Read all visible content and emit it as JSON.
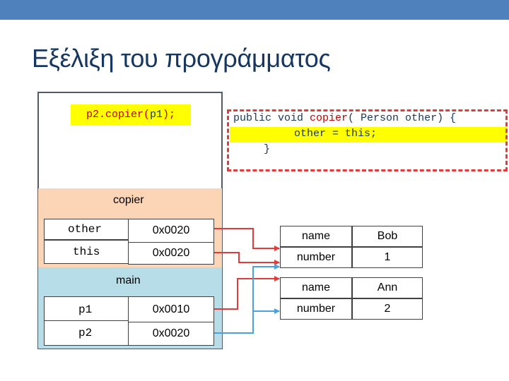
{
  "slide": {
    "title": "Εξέλιξη του προγράμματος"
  },
  "call": {
    "prefix": "p2.copier(",
    "arg": "p1",
    "suffix": ");"
  },
  "method": {
    "line1_pre": "public void ",
    "line1_name": "copier",
    "line1_post": "( Person other) {",
    "line2": "other = this;",
    "line3": "}"
  },
  "copier_frame": {
    "label": "copier",
    "rows": [
      {
        "var": "other",
        "value": "0x0020"
      },
      {
        "var": "this",
        "value": "0x0020"
      }
    ]
  },
  "main_frame": {
    "label": "main",
    "rows": [
      {
        "var": "p1",
        "value": "0x0010"
      },
      {
        "var": "p2",
        "value": "0x0020"
      }
    ]
  },
  "objects": [
    {
      "fields": [
        {
          "name": "name",
          "value": "Bob"
        },
        {
          "name": "number",
          "value": "1"
        }
      ]
    },
    {
      "fields": [
        {
          "name": "name",
          "value": "Ann"
        },
        {
          "name": "number",
          "value": "2"
        }
      ]
    }
  ],
  "colors": {
    "accent_bar": "#4f81bd",
    "copier_frame": "#fbd5b5",
    "main_frame": "#b7dee8",
    "arrow_red": "#e03c3c",
    "arrow_blue": "#4f9fdc",
    "highlight": "#ffff00"
  }
}
